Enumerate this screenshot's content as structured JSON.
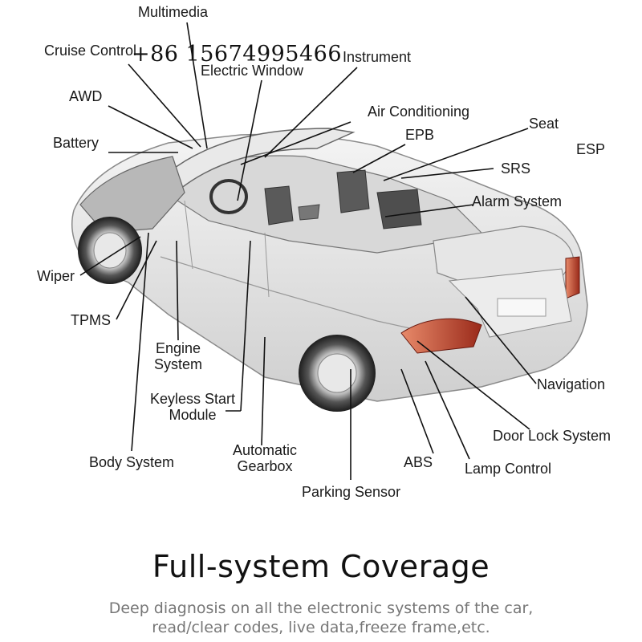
{
  "watermark_phone": "+86 15674995466",
  "labels": {
    "multimedia": "Multimedia",
    "cruise_control": "Cruise Control",
    "electric_window": "Electric Window",
    "instrument": "Instrument",
    "awd": "AWD",
    "air_conditioning": "Air Conditioning",
    "seat": "Seat",
    "epb": "EPB",
    "esp": "ESP",
    "battery": "Battery",
    "srs": "SRS",
    "alarm_system": "Alarm System",
    "wiper": "Wiper",
    "tpms": "TPMS",
    "engine_system_line1": "Engine",
    "engine_system_line2": "System",
    "keyless_line1": "Keyless Start",
    "keyless_line2": "Module",
    "navigation": "Navigation",
    "door_lock_system": "Door Lock System",
    "body_system": "Body System",
    "automatic_line1": "Automatic",
    "automatic_line2": "Gearbox",
    "abs": "ABS",
    "lamp_control": "Lamp Control",
    "parking_sensor": "Parking Sensor"
  },
  "headline": "Full-system Coverage",
  "subtitle_line1": "Deep diagnosis on all the electronic systems of the car,",
  "subtitle_line2": "read/clear codes, live data,freeze frame,etc."
}
